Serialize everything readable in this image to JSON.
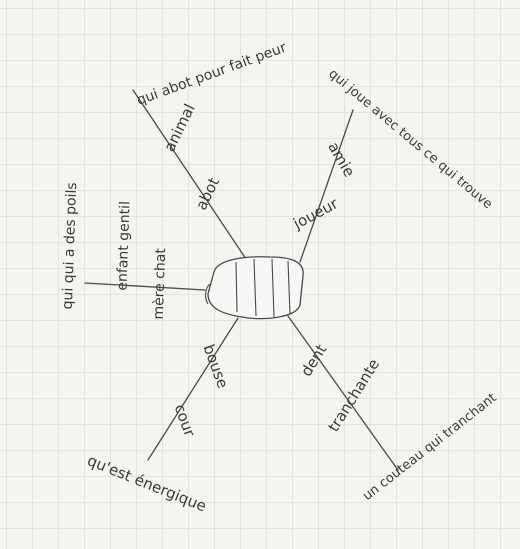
{
  "center": "",
  "branches": [
    {
      "id": "top-left",
      "labels": [
        "abot",
        "animal",
        "qui abot pour fait peur"
      ]
    },
    {
      "id": "left",
      "labels": [
        "mère chat",
        "enfant gentil",
        "qui qui a des poils"
      ]
    },
    {
      "id": "top-right",
      "labels": [
        "joueur",
        "amie",
        "qui joue avec tous ce qui trouve"
      ]
    },
    {
      "id": "bottom-left",
      "labels": [
        "bouse",
        "cour",
        "qu'est énergique"
      ]
    },
    {
      "id": "bottom-right",
      "labels": [
        "dent",
        "tranchante",
        "un couteau qui tranchant"
      ]
    }
  ]
}
